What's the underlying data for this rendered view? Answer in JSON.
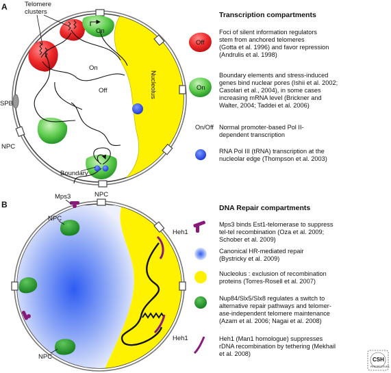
{
  "panel_a": {
    "letter": "A",
    "title": "Transcription compartments",
    "labels": {
      "telomere_clusters": [
        "Telomere",
        "clusters"
      ],
      "on_top": "On",
      "on_mid": "On",
      "off_mid": "Off",
      "nucleolus": "Nucleolus",
      "spb": "SPB",
      "npc_left": "NPC",
      "boundary": "Boundary",
      "npc_bottom": "NPC"
    },
    "legend": [
      {
        "badge": "Off",
        "lines": [
          "Foci of silent information regulators",
          "stem from anchored telomeres",
          "(Gotta et al. 1996)  and favor repression",
          "(Andrulis et al. 1998)"
        ]
      },
      {
        "badge": "On",
        "lines": [
          "Boundary elements and stress-induced",
          "genes bind nuclear pores (Ishii et al. 2002;",
          "Casolari et al., 2004), in some cases",
          "increasing mRNA level (Brickner and",
          "Walter, 2004; Taddei et al. 2006)"
        ]
      },
      {
        "badge": "On/Off",
        "lines": [
          "Normal promoter-based Pol II-",
          "dependent transcription"
        ]
      },
      {
        "badge": "",
        "lines": [
          "RNA Pol III (tRNA) transcription at the",
          "nucleolar edge (Thompson et al. 2003)"
        ]
      }
    ]
  },
  "panel_b": {
    "letter": "B",
    "title": "DNA Repair compartments",
    "labels": {
      "mps3": "Mps3",
      "npc_top": "NPC",
      "heh1_top": "Heh1",
      "heh1_bottom": "Heh1",
      "npc_bottom": "NPC"
    },
    "legend": [
      {
        "lines": [
          "Mps3 binds Est1-telomerase to suppress",
          "tel-tel recombination (Oza et al. 2009;",
          "Schober et al. 2009)"
        ]
      },
      {
        "lines": [
          "Canonical HR-mediated repair",
          "(Bystricky et al. 2009)"
        ]
      },
      {
        "lines": [
          "Nucleolus : exclusion of recombination",
          "proteins (Torres-Rosell et al. 2007)"
        ]
      },
      {
        "lines": [
          "Nup84/Slx5/Slx8 regulates a switch to",
          "alternative repair pathways and telomer-",
          "ase-independent telomere maintenance",
          "(Azam et al. 2006; Nagai et al. 2008)"
        ]
      },
      {
        "lines": [
          "Heh1 (Man1 homologue) suppresses",
          " rDNA recombination by tethering (Mekhail",
          "et al. 2008)"
        ]
      }
    ]
  },
  "logo": {
    "lines": [
      "CSH",
      "PERSPECTIVES"
    ]
  },
  "colors": {
    "red": "#e8141b",
    "green": "#3fb53a",
    "yellow": "#fff200",
    "blue": "#1f3fe0",
    "purple": "#8a1a7a",
    "grey": "#8a8a8a"
  }
}
